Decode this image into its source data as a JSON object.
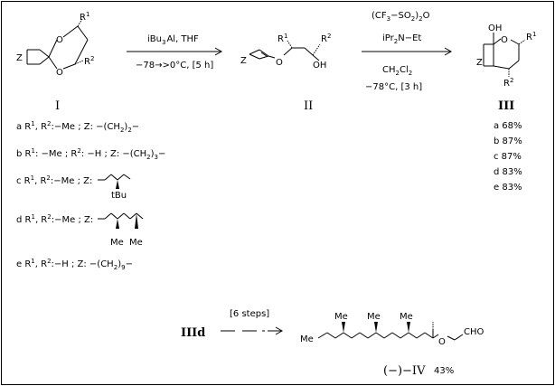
{
  "labels": {
    "Z": "Z",
    "O": "O",
    "OH": "OH",
    "R1": "R",
    "R1_sup": "1",
    "R2": "R",
    "R2_sup": "2",
    "Me": "Me",
    "tBu": "tBu",
    "CHO": "CHO"
  },
  "compounds": {
    "I": "I",
    "II": "II",
    "III": "III",
    "IIId": "IIId",
    "IV": "(−)−IV",
    "IV_yield": "43%"
  },
  "step1": {
    "reagent_main": "iBu",
    "reagent_sub": "3",
    "reagent_rest": "Al,  THF",
    "conditions": "−78→>0°C,  [5  h]"
  },
  "step2": {
    "reagent1_a": "(CF",
    "reagent1_b": "3",
    "reagent1_c": "−SO",
    "reagent1_d": "2",
    "reagent1_e": ")",
    "reagent1_f": "2",
    "reagent1_g": "O",
    "reagent2_a": "iPr",
    "reagent2_b": "2",
    "reagent2_c": "N−Et",
    "solvent_a": "CH",
    "solvent_b": "2",
    "solvent_c": "Cl",
    "solvent_d": "2",
    "conditions": "−78°C,  [3  h]"
  },
  "step3": {
    "conditions": "[6  steps]"
  },
  "substituents": [
    {
      "id": "a",
      "text": "a  R",
      "mid": ",  R",
      "rest": ":−Me ; Z: −(CH",
      "sub": "2",
      "end": ")",
      "sub2": "2",
      "tail": "−"
    },
    {
      "id": "b",
      "text": "b  R",
      "mid": ": −Me ; R",
      "rest": ": −H ; Z: −(CH",
      "sub": "2",
      "end": ")",
      "sub2": "3",
      "tail": "−"
    },
    {
      "id": "c",
      "text": "c  R",
      "mid": ",  R",
      "rest": ":−Me ; Z:"
    },
    {
      "id": "d",
      "text": "d  R",
      "mid": ",  R",
      "rest": ":−Me ; Z:"
    },
    {
      "id": "e",
      "text": "e  R",
      "mid": ",  R",
      "rest": ":−H ; Z:  −(CH",
      "sub": "2",
      "end": ")",
      "sub2": "9",
      "tail": "−"
    }
  ],
  "yields": [
    {
      "id": "a",
      "value": "a  68%"
    },
    {
      "id": "b",
      "value": "b  87%"
    },
    {
      "id": "c",
      "value": "c  87%"
    },
    {
      "id": "d",
      "value": "d  83%"
    },
    {
      "id": "e",
      "value": "e  83%"
    }
  ]
}
